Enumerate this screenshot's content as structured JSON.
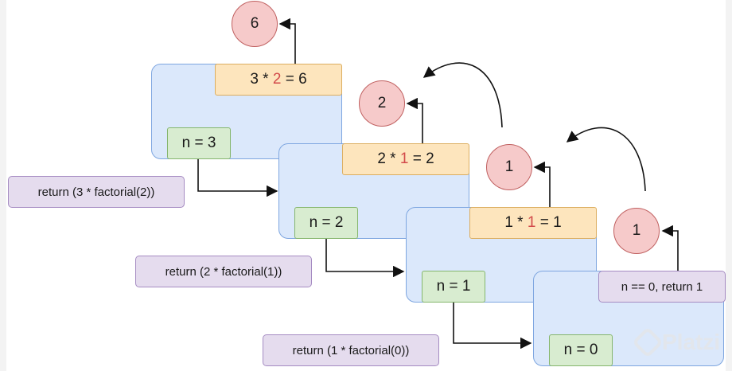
{
  "frames": [
    {
      "calc": {
        "pre": "3 * ",
        "hl": "2",
        "post": " = 6"
      },
      "n_label": "n = 3",
      "result": "6",
      "return_label": "return (3 * factorial(2))"
    },
    {
      "calc": {
        "pre": "2 * ",
        "hl": "1",
        "post": " = 2"
      },
      "n_label": "n = 2",
      "result": "2",
      "return_label": "return (2 * factorial(1))"
    },
    {
      "calc": {
        "pre": "1 * ",
        "hl": "1",
        "post": " = 1"
      },
      "n_label": "n = 1",
      "result": "1",
      "return_label": "return (1 * factorial(0))"
    },
    {
      "base_case": "n == 0, return 1",
      "n_label": "n = 0",
      "result": "1"
    }
  ],
  "watermark": "Platzi",
  "colors": {
    "frame_fill": "#dbe8fb",
    "calc_fill": "#fde5bd",
    "n_fill": "#d8ecd0",
    "return_fill": "#e5dcee",
    "result_fill": "#f6caca",
    "highlight": "#d24a4a"
  }
}
